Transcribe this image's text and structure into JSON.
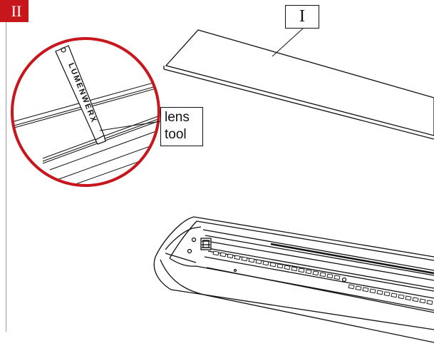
{
  "step": {
    "number": "II"
  },
  "part_label": "I",
  "tool_callout": {
    "line1": "lens",
    "line2": "tool"
  },
  "zoom_detail": {
    "tool_engraving": "LUMENWERX"
  },
  "colors": {
    "accent_red": "#c8161d",
    "line": "#111111",
    "rule_gray": "#9a9a9a"
  }
}
